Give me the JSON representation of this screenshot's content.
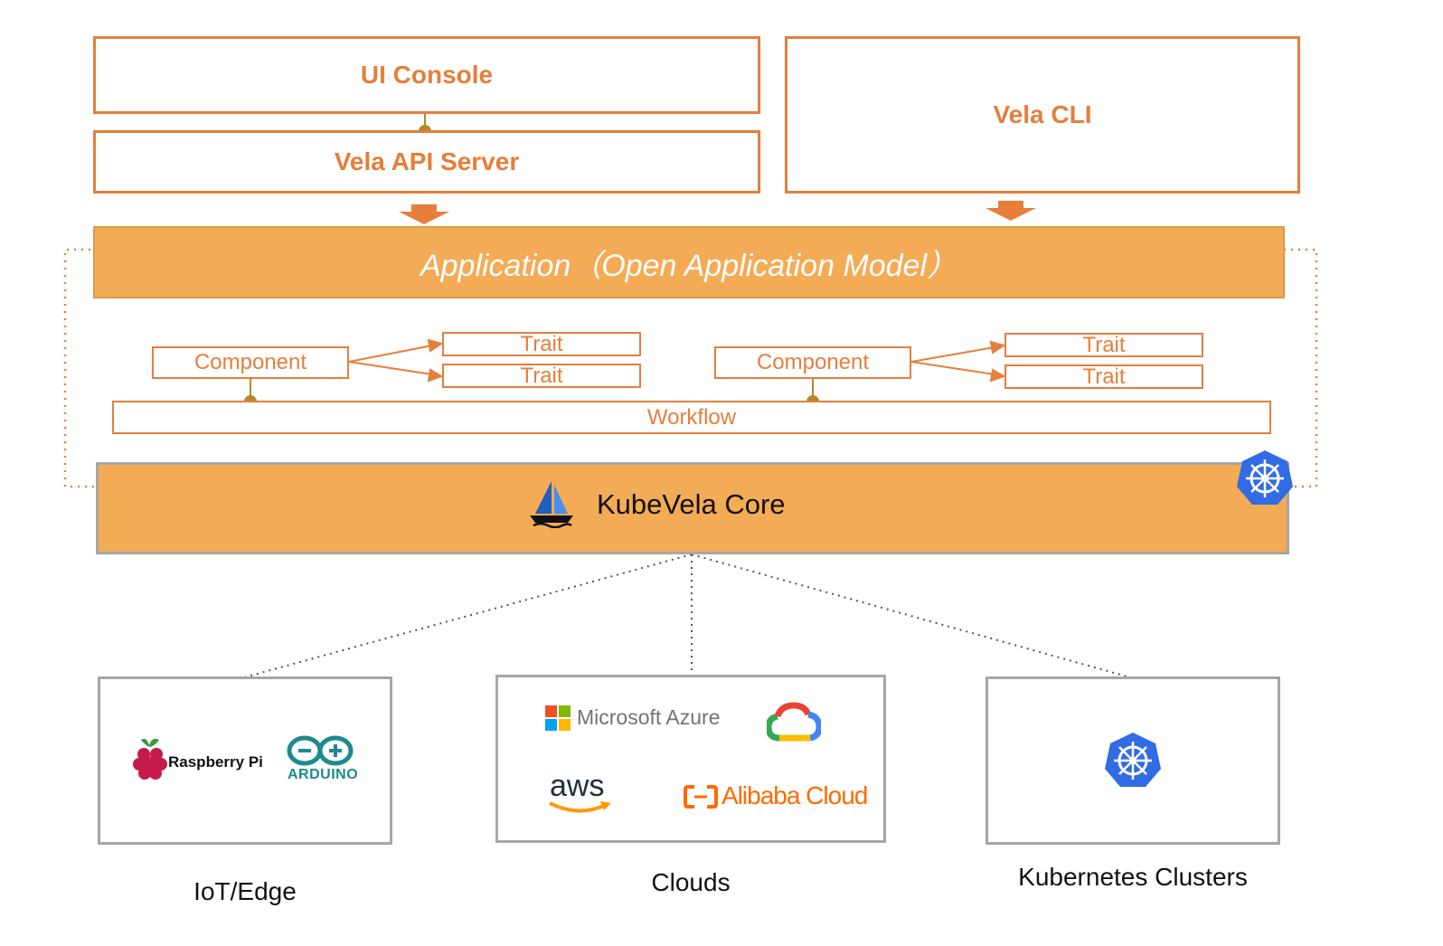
{
  "top": {
    "ui_console": "UI Console",
    "api_server": "Vela API Server",
    "vela_cli": "Vela CLI"
  },
  "application_bar": "Application（Open Application Model）",
  "app_model": {
    "left": {
      "component": "Component",
      "traits": [
        "Trait",
        "Trait"
      ]
    },
    "right": {
      "component": "Component",
      "traits": [
        "Trait",
        "Trait"
      ]
    },
    "workflow": "Workflow"
  },
  "core": {
    "label": "KubeVela Core"
  },
  "targets": [
    {
      "caption": "IoT/Edge",
      "logos": [
        "Raspberry Pi",
        "ARDUINO"
      ]
    },
    {
      "caption": "Clouds",
      "logos": [
        "Microsoft Azure",
        "aws",
        "Alibaba Cloud"
      ]
    },
    {
      "caption": "Kubernetes Clusters"
    }
  ],
  "colors": {
    "accent": "#e67e3c",
    "bar_fill": "#f4ab55",
    "connector_dot": "#b8862b",
    "kubernetes_blue": "#326ce5"
  }
}
